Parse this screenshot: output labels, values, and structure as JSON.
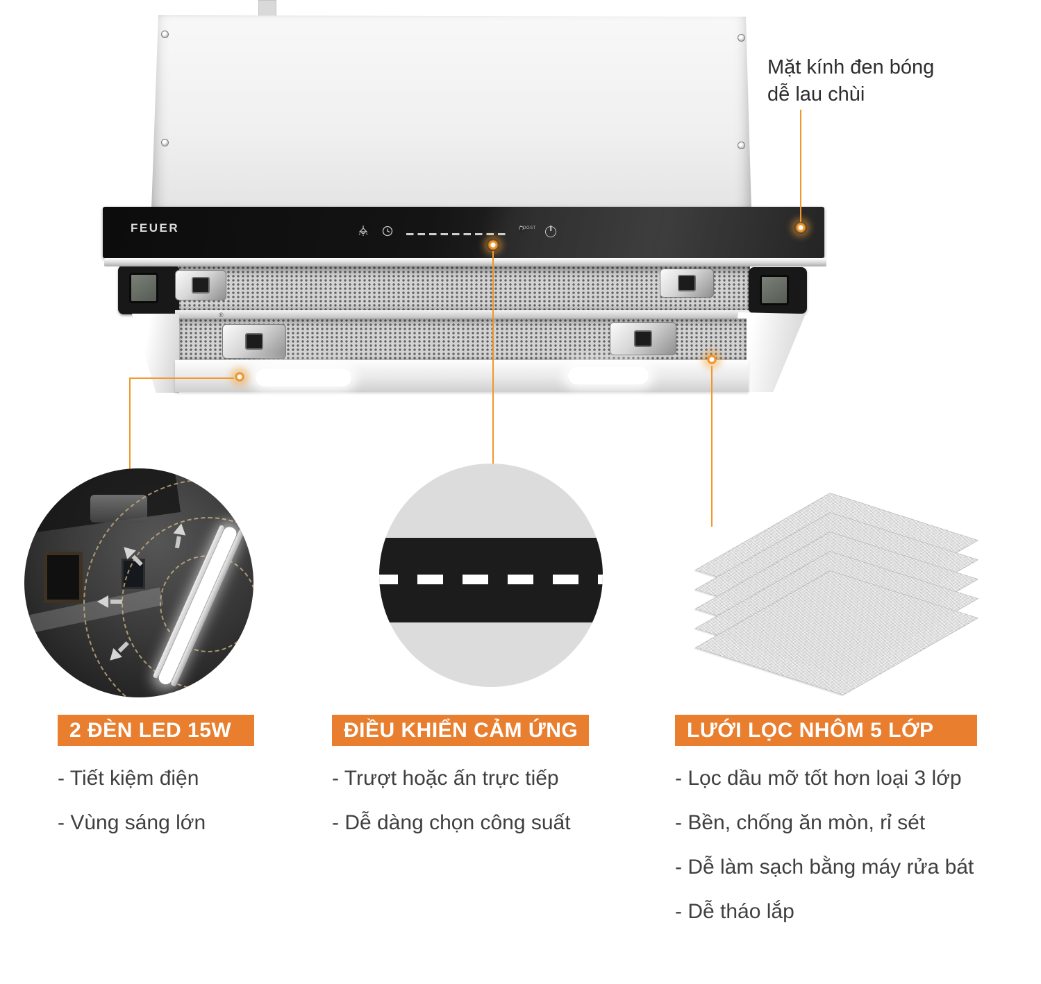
{
  "accent": {
    "header_bg": "#E87E2E",
    "callout_line": "#F0982B"
  },
  "annotation": {
    "line1": "Mặt kính đen bóng",
    "line2": "dễ lau chùi"
  },
  "product": {
    "brand": "FEUER",
    "controls": {
      "boost_label": "BOOST"
    },
    "reg_mark": "®"
  },
  "features": [
    {
      "title": "2 ĐÈN LED 15W",
      "items": [
        "- Tiết kiệm điện",
        "- Vùng sáng lớn"
      ]
    },
    {
      "title": "ĐIỀU KHIỂN CẢM ỨNG",
      "items": [
        "- Trượt hoặc ấn trực tiếp",
        "- Dễ dàng chọn công suất"
      ]
    },
    {
      "title": "LƯỚI LỌC NHÔM 5 LỚP",
      "items": [
        "- Lọc dầu mỡ tốt hơn loại 3 lớp",
        "- Bền, chống ăn mòn, rỉ sét",
        "- Dễ làm sạch bằng máy rửa bát",
        "- Dễ tháo lắp"
      ]
    }
  ]
}
